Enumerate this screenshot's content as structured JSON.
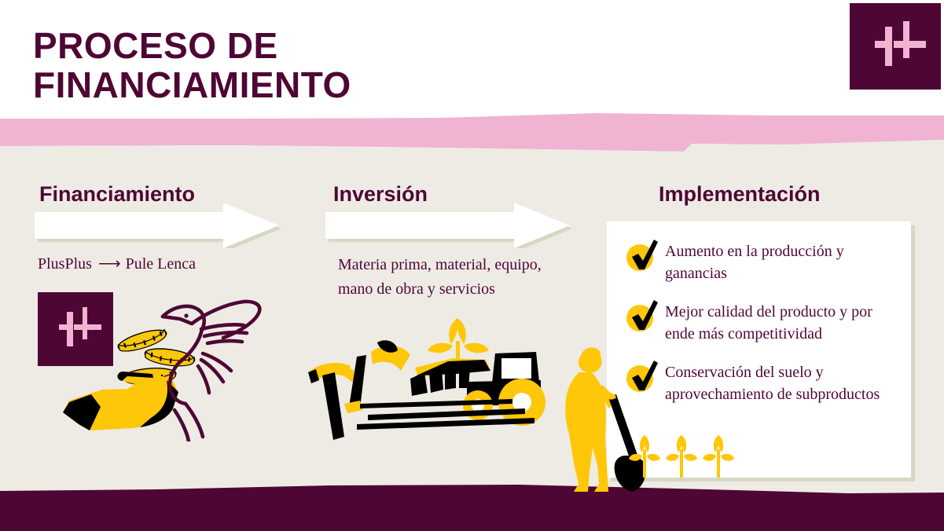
{
  "header": {
    "title_line1": "PROCESO DE",
    "title_line2": "FINANCIAMIENTO",
    "logo_name": "plusplus-logo"
  },
  "colors": {
    "brand_purple": "#4e0734",
    "pink_band": "#f0b4d2",
    "canvas_beige": "#eeebe5",
    "accent_yellow": "#ffc709",
    "shadow_sage": "#d7d8c2",
    "card_white": "#ffffff",
    "ink_black": "#000000"
  },
  "columns": [
    {
      "id": "financiamiento",
      "title": "Financiamiento",
      "has_arrow": true,
      "flow": {
        "from": "PlusPlus",
        "arrow": "⟶",
        "to": "Pule Lenca"
      },
      "illustration": "hand-coins-hummingbird"
    },
    {
      "id": "inversion",
      "title": "Inversión",
      "has_arrow": true,
      "body": "Materia prima, material, equipo, mano de obra y servicios",
      "illustration": "farm-tools-tractor"
    },
    {
      "id": "implementacion",
      "title": "Implementación",
      "has_arrow": false,
      "benefits": [
        "Aumento en la producción y ganancias",
        "Mejor calidad del producto y por ende más competitividad",
        "Conservación del suelo y aprovechamiento de subproductos"
      ],
      "illustration": "farmer-with-shovel"
    }
  ]
}
